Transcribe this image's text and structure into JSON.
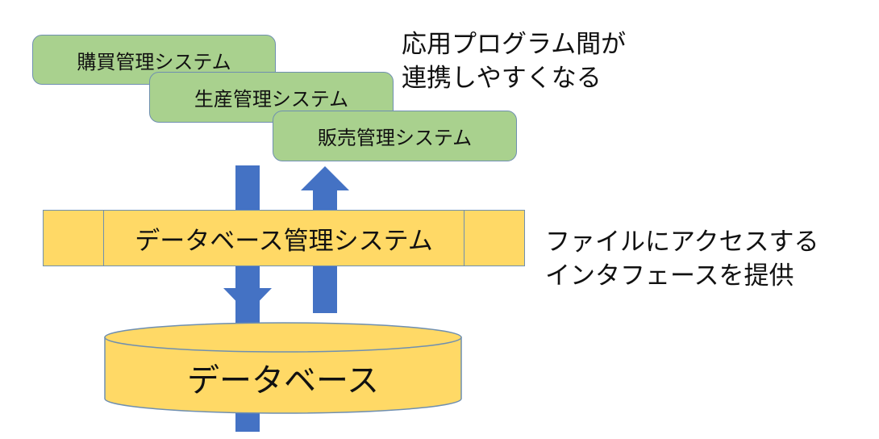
{
  "apps": [
    {
      "label": "購買管理システム"
    },
    {
      "label": "生産管理システム"
    },
    {
      "label": "販売管理システム"
    }
  ],
  "app_note": [
    "応用プログラム間が",
    "連携しやすくなる"
  ],
  "dbms": {
    "label": "データベース管理システム"
  },
  "dbms_note": [
    "ファイルにアクセスする",
    "インタフェースを提供"
  ],
  "database": {
    "label": "データベース"
  },
  "colors": {
    "app_fill": "#a9d18e",
    "dbms_fill": "#ffd966",
    "arrow": "#4472c4",
    "outline": "#6f8fb0"
  }
}
